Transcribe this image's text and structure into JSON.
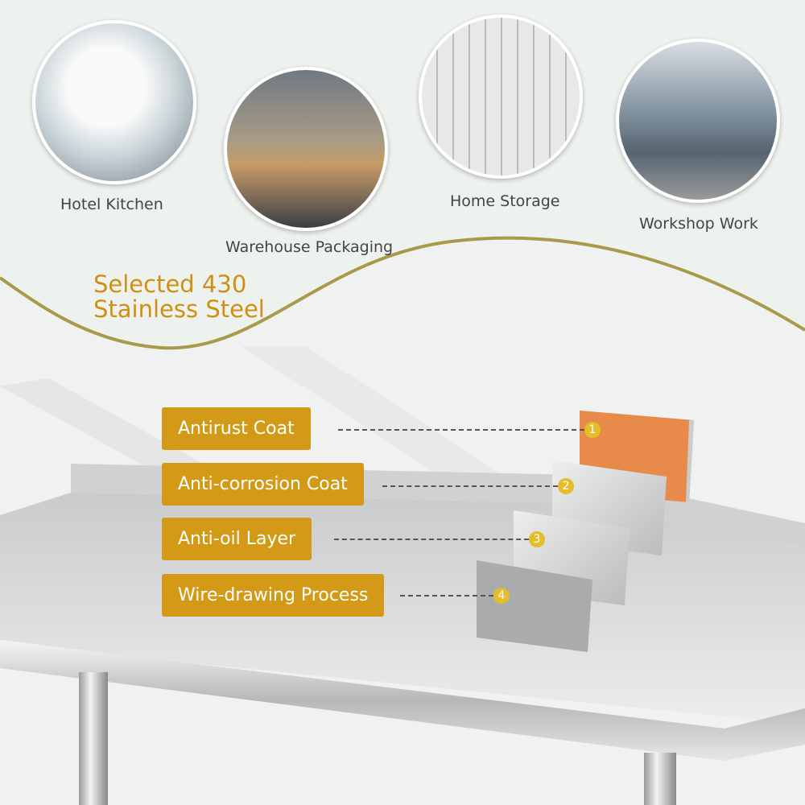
{
  "scenarios": [
    {
      "label": "Hotel Kitchen"
    },
    {
      "label": "Warehouse Packaging"
    },
    {
      "label": "Home Storage"
    },
    {
      "label": "Workshop Work"
    }
  ],
  "headline": {
    "line1": "Selected 430",
    "line2": "Stainless Steel"
  },
  "layers": [
    {
      "label": "Antirust Coat",
      "number": "1"
    },
    {
      "label": "Anti-corrosion Coat",
      "number": "2"
    },
    {
      "label": "Anti-oil Layer",
      "number": "3"
    },
    {
      "label": "Wire-drawing Process",
      "number": "4"
    }
  ],
  "colors": {
    "accent": "#d29a17",
    "copper": "#e88a4a",
    "curve": "#a89a4a"
  }
}
